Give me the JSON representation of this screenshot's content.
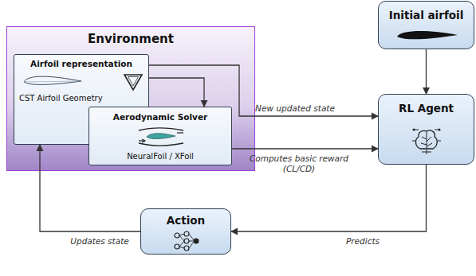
{
  "diagram": {
    "nodes": [
      {
        "text": [
          "Environment"
        ]
      },
      {
        "text": [
          "Airfoil representation",
          "CST Airfoil Geometry"
        ],
        "in": 0
      },
      {
        "text": [
          "Aerodynamic Solver",
          "NeuralFoil / XFoil"
        ],
        "in": 0
      },
      {
        "text": [
          "Initial airfoil"
        ]
      },
      {
        "text": [
          "RL Agent"
        ]
      },
      {
        "text": [
          "Action"
        ]
      }
    ],
    "edges": [
      {
        "from": 3,
        "to": 4,
        "arrow": "to"
      },
      {
        "from": 1,
        "to": 4,
        "label": "New updated state",
        "arrow": "to"
      },
      {
        "from": 1,
        "to": 2,
        "arrow": "to"
      },
      {
        "from": 2,
        "to": 4,
        "label": "Computes basic reward (CL/CD)",
        "arrow": "to"
      },
      {
        "from": 4,
        "to": 5,
        "label": "Predicts",
        "arrow": "to"
      },
      {
        "from": 5,
        "to": 1,
        "label": "Updates state",
        "arrow": "to"
      }
    ]
  }
}
